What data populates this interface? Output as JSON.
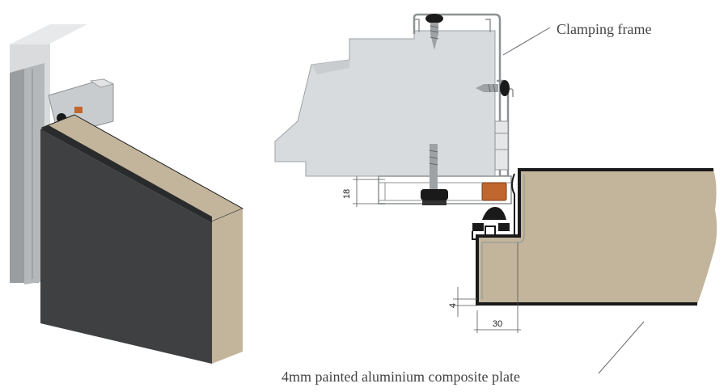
{
  "labels": {
    "clamping_frame": "Clamping frame",
    "composite_plate": "4mm painted aluminium composite plate"
  },
  "dimensions": {
    "gap": "18",
    "plate_thickness": "4",
    "return_width": "30"
  },
  "colors": {
    "panel_face": "#3e4042",
    "panel_core": "#c2b59c",
    "core_texture": "#bfae93",
    "frame_metal": "#c7cacc",
    "gasket": "#1a1a1a",
    "spacer_orange": "#c0672f"
  }
}
